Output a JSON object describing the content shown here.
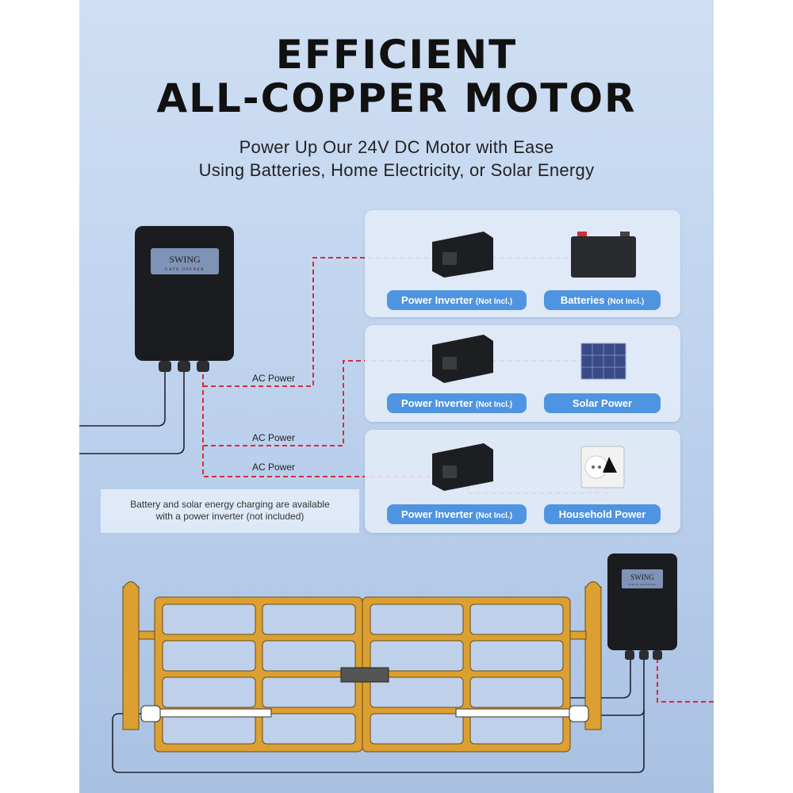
{
  "header": {
    "title_line1": "EFFICIENT",
    "title_line2": "ALL-COPPER MOTOR",
    "subtitle_line1": "Power Up Our 24V DC Motor with Ease",
    "subtitle_line2": "Using Batteries, Home Electricity, or Solar Energy"
  },
  "control_box": {
    "brand": "SWING",
    "brand_sub": "GATE OPENER"
  },
  "options": [
    {
      "left_label": "Power Inverter",
      "left_note": "(Not Incl.)",
      "right_label": "Batteries",
      "right_note": "(Not Incl.)"
    },
    {
      "left_label": "Power Inverter",
      "left_note": "(Not Incl.)",
      "right_label": "Solar Power",
      "right_note": ""
    },
    {
      "left_label": "Power Inverter",
      "left_note": "(Not Incl.)",
      "right_label": "Household Power",
      "right_note": ""
    }
  ],
  "connections": [
    "AC Power",
    "AC Power",
    "AC Power"
  ],
  "note": {
    "line1": "Battery and solar energy charging are available",
    "line2": "with a power inverter (not included)"
  },
  "colors": {
    "accent": "#4f94e0",
    "wire_dashed": "#d92b3a",
    "gate": "#dca032"
  }
}
